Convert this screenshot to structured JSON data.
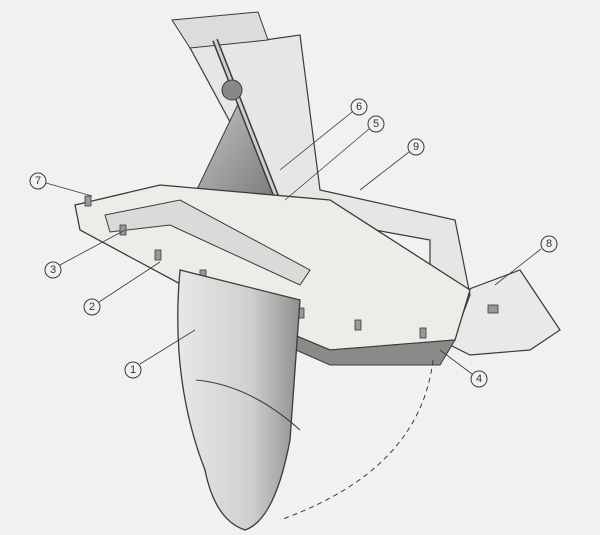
{
  "diagram": {
    "callouts": [
      {
        "id": "c1",
        "label": "1"
      },
      {
        "id": "c2",
        "label": "2"
      },
      {
        "id": "c3",
        "label": "3"
      },
      {
        "id": "c4",
        "label": "4"
      },
      {
        "id": "c5",
        "label": "5"
      },
      {
        "id": "c6",
        "label": "6"
      },
      {
        "id": "c7",
        "label": "7"
      },
      {
        "id": "c8",
        "label": "8"
      },
      {
        "id": "c9",
        "label": "9"
      }
    ]
  },
  "colors": {
    "background": "#f1f1ef",
    "line": "#3a3a3a",
    "shade": "#9a9a9a",
    "dark": "#555555"
  }
}
